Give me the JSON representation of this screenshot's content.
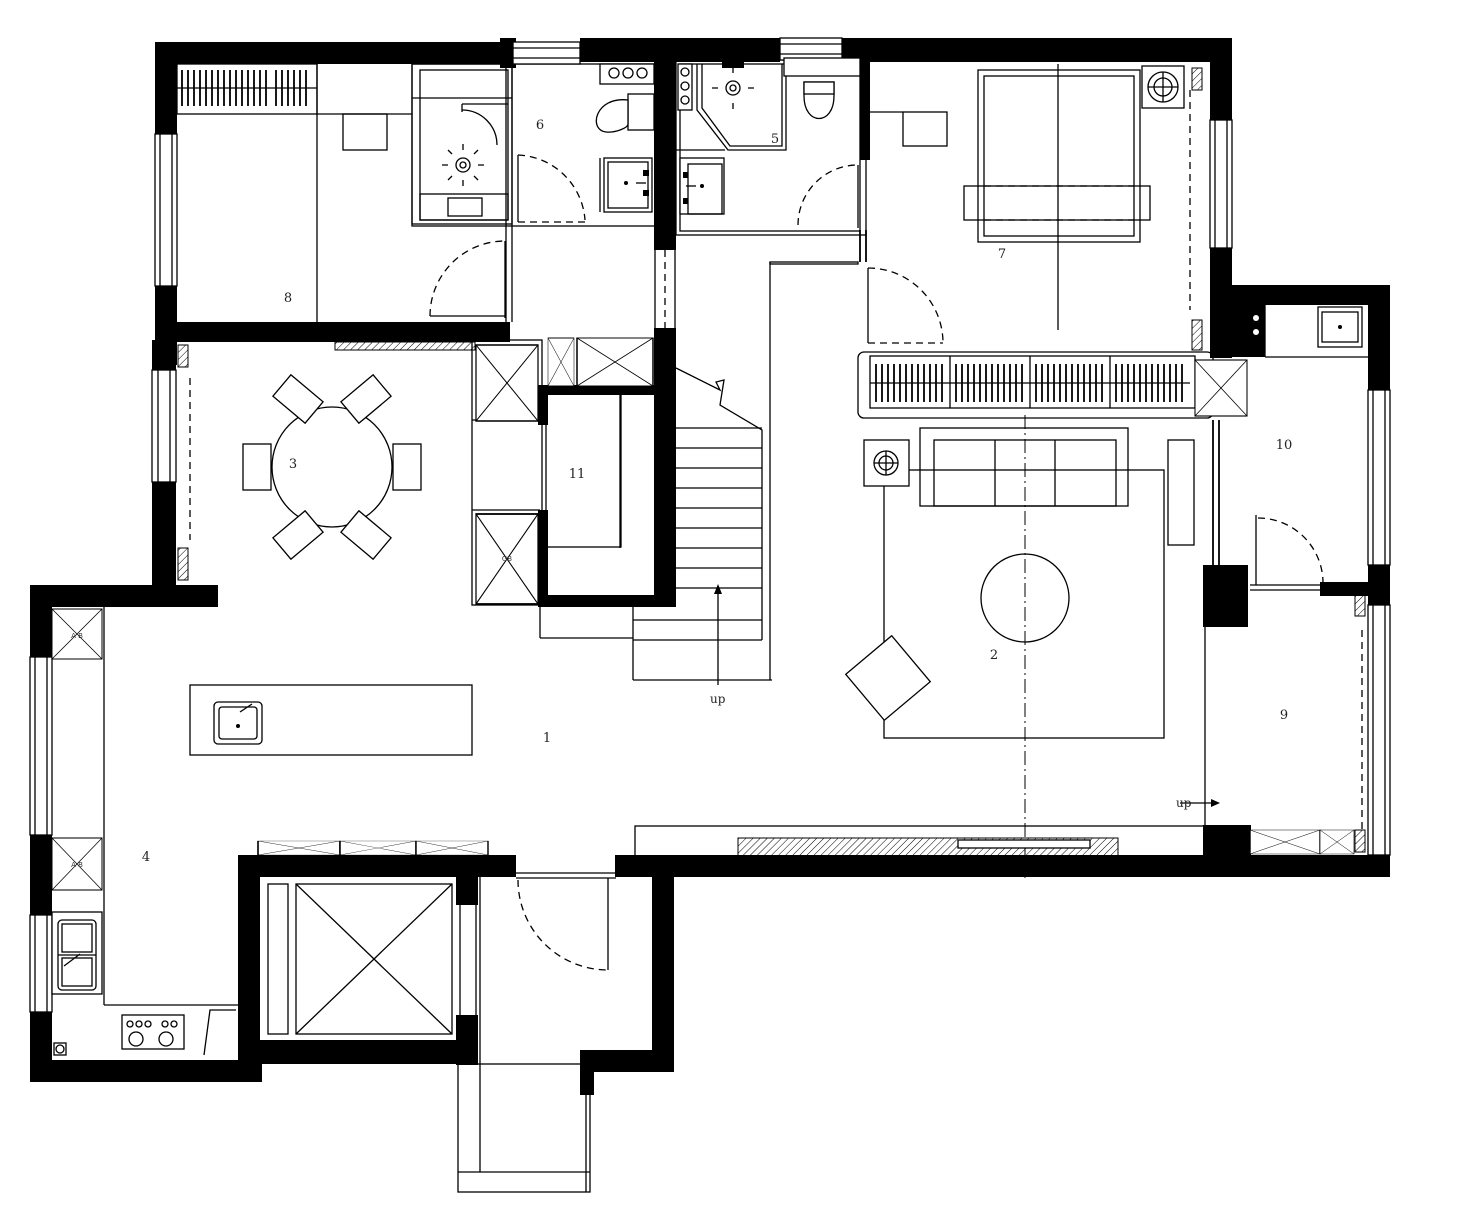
{
  "rooms": [
    {
      "id": "1",
      "label": "1"
    },
    {
      "id": "2",
      "label": "2"
    },
    {
      "id": "3",
      "label": "3"
    },
    {
      "id": "4",
      "label": "4"
    },
    {
      "id": "5",
      "label": "5"
    },
    {
      "id": "6",
      "label": "6"
    },
    {
      "id": "7",
      "label": "7"
    },
    {
      "id": "8",
      "label": "8"
    },
    {
      "id": "9",
      "label": "9"
    },
    {
      "id": "10",
      "label": "10"
    },
    {
      "id": "11",
      "label": "11"
    }
  ],
  "annotations": {
    "stair_up": "up",
    "balcony_up": "up",
    "fridge_tag_top": "A B",
    "fridge_tag_bottom": "A B",
    "cab_tag": "GB"
  }
}
